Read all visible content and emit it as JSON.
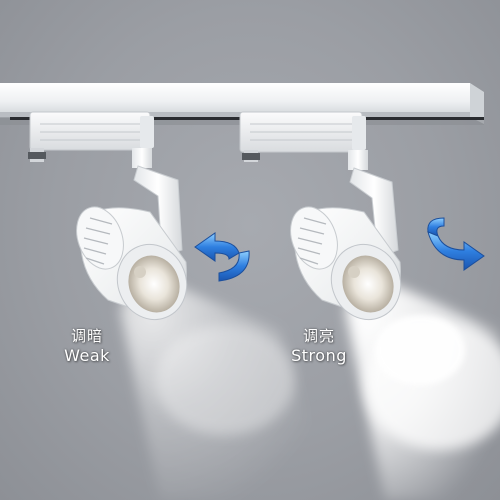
{
  "labels": {
    "weak": {
      "zh": "调暗",
      "en": "Weak"
    },
    "strong": {
      "zh": "调亮",
      "en": "Strong"
    }
  },
  "colors": {
    "background": "#9b9ea4",
    "fixture": "#f4f5f6",
    "arrow": "#2f7fe0",
    "beam": "#ffffff"
  },
  "icons": {
    "rotate_arrow_left": "curved-rotate-arrow-icon",
    "rotate_arrow_right": "curved-rotate-arrow-icon"
  }
}
